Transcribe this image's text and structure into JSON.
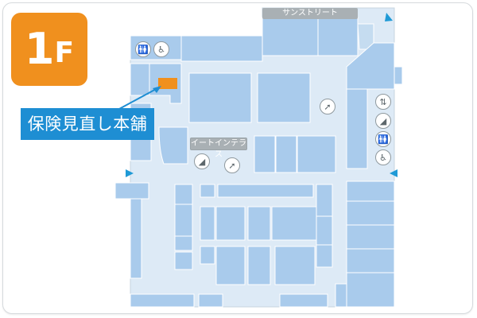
{
  "floor": {
    "number": "1",
    "suffix": "F"
  },
  "labels": {
    "street": "サンストリート",
    "terrace": "イートインテラス",
    "callout": "保険見直し本舗"
  },
  "icons": {
    "restroom": "restroom-icon",
    "wheelchair": "wheelchair-icon",
    "elevator": "elevator-icon",
    "escalator": "escalator-icon",
    "stairs": "stairs-icon",
    "entrance": "entrance-arrow-icon"
  },
  "colors": {
    "accent_orange": "#f0901e",
    "callout_blue": "#1e8ed3",
    "corridor": "#ddeaf6",
    "shop": "#a9cbec",
    "label_gray": "#a9b0b4",
    "entrance_marker": "#1f9ad6"
  }
}
